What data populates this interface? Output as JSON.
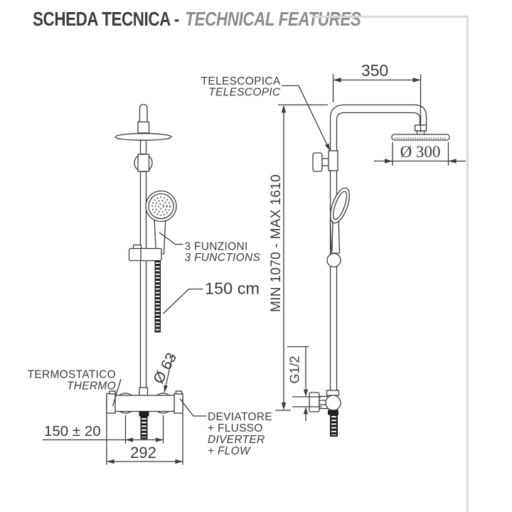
{
  "header": {
    "title_it": "SCHEDA TECNICA -",
    "title_en": "TECHNICAL FEATURES"
  },
  "labels": {
    "telescopic_it": "TELESCOPICA",
    "telescopic_en": "TELESCOPIC",
    "functions_it": "3 FUNZIONI",
    "functions_en": "3 FUNCTIONS",
    "hose_length": "150 cm",
    "thermo_it": "TERMOSTATICO",
    "thermo_en": "THERMO",
    "diverter_it_line1": "DEVIATORE",
    "diverter_it_line2": "+ FLUSSO",
    "diverter_en_line1": "DIVERTER",
    "diverter_en_line2": "+ FLOW"
  },
  "dimensions": {
    "arm_reach": "350",
    "head_diameter": "Ø 300",
    "height_range": "MIN 1070 - MAX 1610",
    "inlet_thread": "G1/2",
    "handshower_diameter": "Ø 63",
    "inlet_centers": "150 ± 20",
    "mixer_width": "292"
  },
  "colors": {
    "title_primary": "#3d3d3d",
    "title_secondary": "#8c8c8c",
    "line_art": "#3a3a3a",
    "frame": "#d9d9d9",
    "dark_fill": "#1f1f1f"
  }
}
